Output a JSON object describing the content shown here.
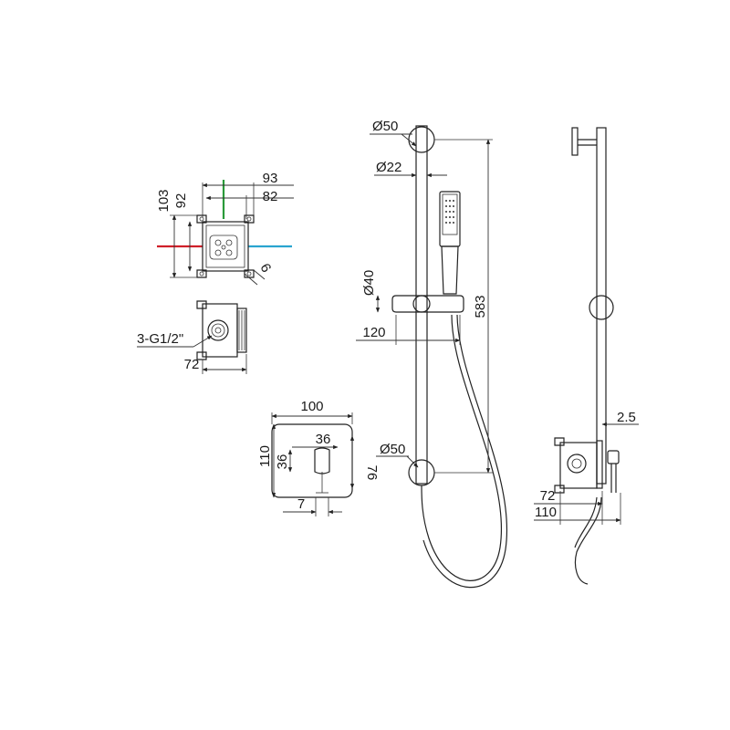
{
  "colors": {
    "hot_line": "#d0202a",
    "cold_line": "#2aa5d0",
    "vertical_axis_line": "#2a9a3a",
    "line": "#222222"
  },
  "valve_box_top": {
    "width_93": "93",
    "width_82": "82",
    "height_103": "103",
    "height_92": "92",
    "offset_6": "6"
  },
  "valve_box_side": {
    "thread_label": "3-G1/2\"",
    "depth_72": "72"
  },
  "wall_plate": {
    "width_100": "100",
    "handle_36_h": "36",
    "height_110": "110",
    "handle_36_v": "36",
    "height_76": "76",
    "handle_offset_7": "7"
  },
  "slide_rail_front": {
    "top_bracket_diameter": "Ø50",
    "rail_diameter": "Ø22",
    "slider_diameter": "Ø40",
    "slider_projection": "120",
    "rail_length": "583",
    "bottom_bracket_diameter": "Ø50"
  },
  "slide_rail_side": {
    "plate_thickness": "2.5",
    "box_depth_72": "72",
    "total_depth_110": "110"
  }
}
